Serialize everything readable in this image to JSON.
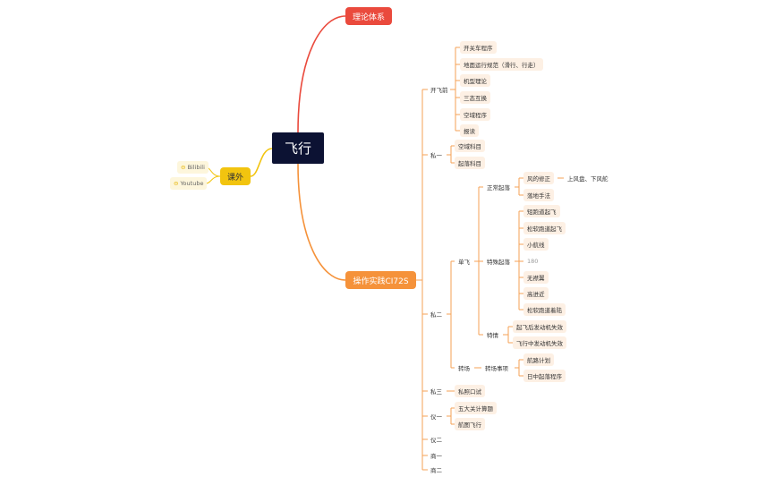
{
  "root": "飞行",
  "branches": {
    "theory": "理论体系",
    "practice": "操作实践CI72S",
    "extra": "课外"
  },
  "extra_links": [
    "Bilibili",
    "Youtube"
  ],
  "sections": {
    "before_flight": "开飞前",
    "before_flight_items": [
      "开关车程序",
      "地面运行规范（滑行、行走）",
      "机型理论",
      "三态互换",
      "空域程序",
      "报读"
    ],
    "si1": "私一",
    "si1_items": [
      "空域科目",
      "起落科目"
    ],
    "si2": "私二",
    "solo": "单飞",
    "normal_landing": "正常起落",
    "wind_correction": "风的修正",
    "wind_detail": "上风盘、下风舵",
    "landing_technique": "落地手法",
    "special_landing": "特殊起落",
    "special_items": [
      "短跑道起飞",
      "松软跑道起飞",
      "小航线",
      "180",
      "无襟翼",
      "高进近",
      "松软跑道着陆"
    ],
    "special_cases": "特情",
    "special_cases_items": [
      "起飞后发动机失效",
      "飞行中发动机失效"
    ],
    "transfer": "转场",
    "transfer_matters": "转场事项",
    "transfer_items": [
      "航路计划",
      "日中起落程序"
    ],
    "si3": "私三",
    "si3_items": [
      "私照口试"
    ],
    "yi1": "仪一",
    "yi1_items": [
      "五大关计算题",
      "航图飞行"
    ],
    "yi2": "仪二",
    "shang1": "商一",
    "shang2": "商二"
  },
  "colors": {
    "root_bg": "#0c1233",
    "theory": "#ea4a3d",
    "practice": "#f5923a",
    "extra": "#f2c40f",
    "tag_bg": "#fdf0e4",
    "line_orange": "#f6a254"
  }
}
